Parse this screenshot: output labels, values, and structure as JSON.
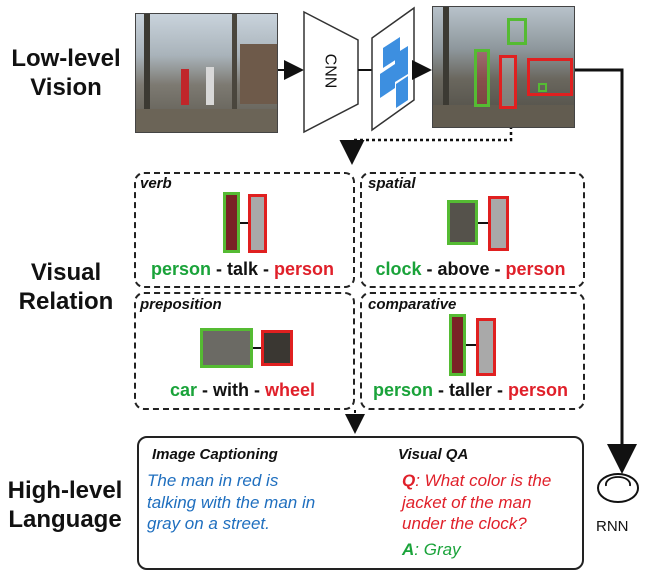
{
  "sections": {
    "low_level": [
      "Low-level",
      "Vision"
    ],
    "visual_relation": [
      "Visual",
      "Relation"
    ],
    "high_level": [
      "High-level",
      "Language"
    ]
  },
  "cnn_label": "CNN",
  "rnn_label": "RNN",
  "relations": [
    {
      "type": "verb",
      "subject": "person",
      "predicate": "talk",
      "object": "person"
    },
    {
      "type": "spatial",
      "subject": "clock",
      "predicate": "above",
      "object": "person"
    },
    {
      "type": "preposition",
      "subject": "car",
      "predicate": "with",
      "object": "wheel"
    },
    {
      "type": "comparative",
      "subject": "person",
      "predicate": "taller",
      "object": "person"
    }
  ],
  "tasks": {
    "captioning": {
      "title": "Image Captioning",
      "lines": [
        "The man in red is",
        "talking with the man in",
        "gray on a street."
      ]
    },
    "vqa": {
      "title": "Visual QA",
      "q_key": "Q",
      "q_lines": [
        ": What color is the",
        "jacket  of the man",
        "under the clock?"
      ],
      "a_key": "A",
      "a_text": ": Gray"
    }
  },
  "colors": {
    "subject": "#1aa33a",
    "object": "#e0202a",
    "caption": "#1f6fbf",
    "box_green": "#55bb33",
    "box_red": "#e02020"
  }
}
